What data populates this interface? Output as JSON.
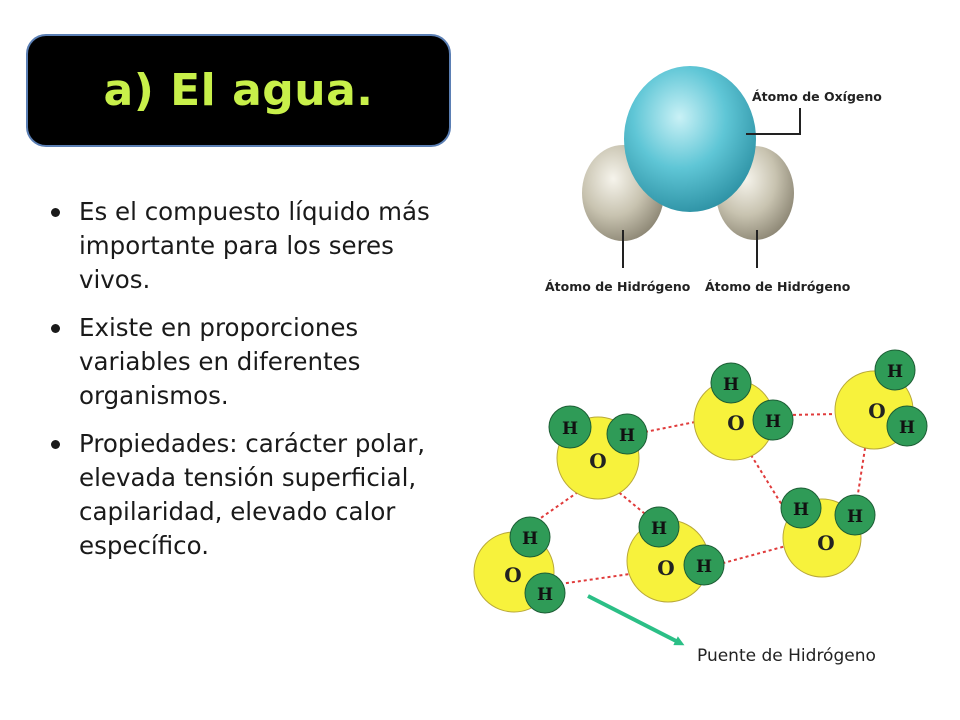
{
  "title": "a) El agua.",
  "bullets": [
    "Es el compuesto líquido más importante para los seres vivos.",
    "Existe en proporciones variables en diferentes organismos.",
    "Propiedades: carácter polar, elevada tensión superficial, capilaridad, elevado calor específico."
  ],
  "molecule_diagram": {
    "oxygen_label": "Átomo de Oxígeno",
    "hydrogen_label_left": "Átomo de Hidrógeno",
    "hydrogen_label_right": "Átomo de Hidrógeno"
  },
  "network_diagram": {
    "oxygen_symbol": "O",
    "hydrogen_symbol": "H",
    "bridge_label": "Puente de Hidrógeno",
    "colors": {
      "oxygen": "#f7f23c",
      "hydrogen": "#2f9b57",
      "bond": "#e03b3b",
      "arrow": "#2bbf86"
    }
  },
  "colors": {
    "title_bg": "#000000",
    "title_text": "#c8f04a",
    "title_border": "#5b7fb4"
  }
}
